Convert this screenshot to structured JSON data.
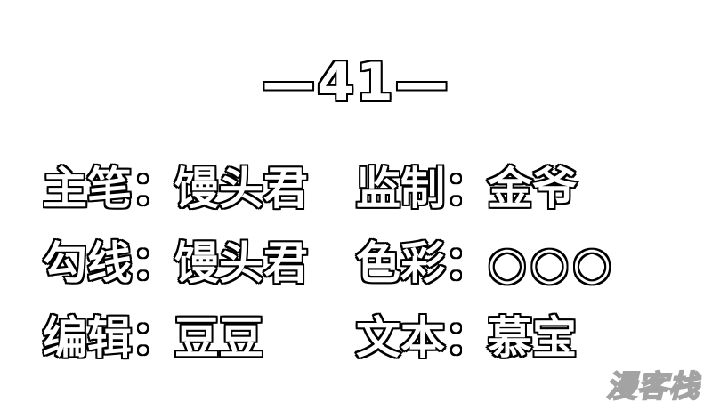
{
  "chapter": {
    "label": "—41—"
  },
  "credits": [
    {
      "role": "主笔",
      "colon": "：",
      "name": "馒头君"
    },
    {
      "role": "监制",
      "colon": "：",
      "name": "金爷"
    },
    {
      "role": "勾线",
      "colon": "：",
      "name": "馒头君"
    },
    {
      "role": "色彩",
      "colon": "：",
      "name": "○○○"
    },
    {
      "role": "编辑",
      "colon": "：",
      "name": "豆豆"
    },
    {
      "role": "文本",
      "colon": "：",
      "name": "慕宝"
    }
  ],
  "watermark": {
    "text": "漫客栈"
  }
}
